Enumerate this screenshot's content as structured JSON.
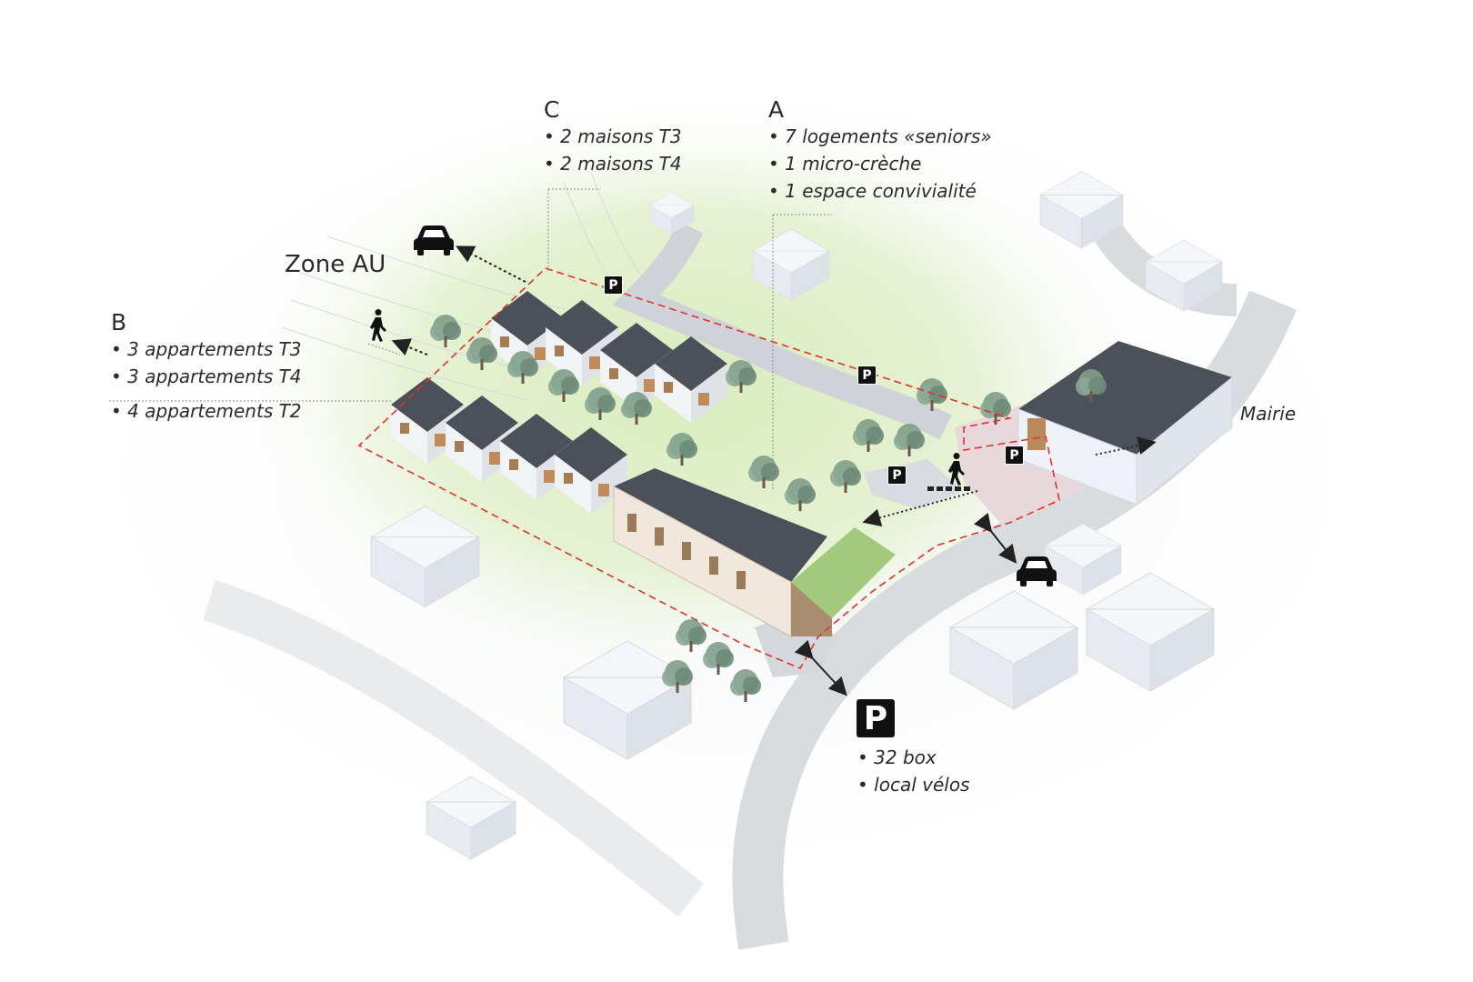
{
  "groups": {
    "C": {
      "letter": "C",
      "items": [
        "2 maisons  T3",
        "2 maisons T4"
      ]
    },
    "A": {
      "letter": "A",
      "items": [
        "7 logements «seniors»",
        "1 micro-crèche",
        "1 espace convivialité"
      ]
    },
    "B": {
      "letter": "B",
      "items": [
        "3 appartements T3",
        "3 appartements T4",
        "4 appartements T2"
      ]
    }
  },
  "zone_label": "Zone AU",
  "mairie_label": "Mairie",
  "parking": {
    "symbol": "P",
    "items": [
      "32 box",
      "local vélos"
    ]
  },
  "parking_badge_symbol": "P",
  "colors": {
    "ground_green": "#dfeec6",
    "roof": "#4b5059",
    "site_boundary": "#e0312b",
    "road": "#d9dcdf",
    "building_white": "#eef1f5",
    "tree": "#7e9e8c"
  },
  "icons": [
    "car-icon",
    "pedestrian-icon",
    "parking-icon",
    "crosswalk-icon",
    "arrow-icon"
  ]
}
